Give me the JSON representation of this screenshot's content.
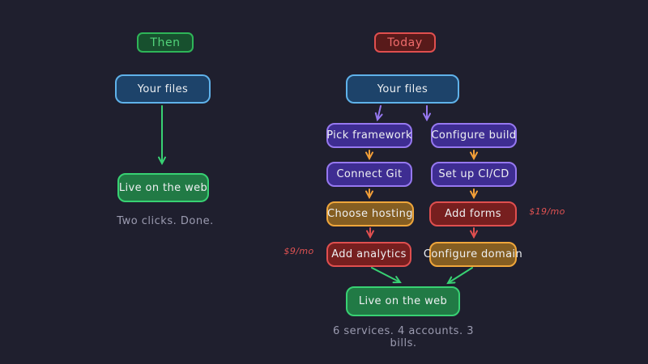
{
  "palette": {
    "background": "#1f1f2e",
    "blue_border": "#5fb2ea",
    "blue_fill": "#1d436a",
    "green_border": "#38d173",
    "green_fill": "#217a45",
    "green_badge_fill": "#17502e",
    "green_badge_text": "#52d37a",
    "purple_border": "#9678f0",
    "purple_fill": "#3e2d92",
    "gold_border": "#efa63b",
    "gold_fill": "#855e22",
    "red_border": "#e04f4f",
    "red_fill": "#771f1f",
    "red_badge_fill": "#581a1a",
    "red_badge_text": "#f06c6c",
    "orange_arrow": "#f29e38",
    "caption_gray": "#9b9bb0",
    "annotation_red": "#e05252"
  },
  "then_flow": {
    "label": "Then",
    "source": "Your files",
    "result": "Live on the web",
    "caption": "Two clicks. Done."
  },
  "today_flow": {
    "label": "Today",
    "source": "Your files",
    "steps": {
      "pick_framework": "Pick framework",
      "configure_build": "Configure build",
      "connect_git": "Connect Git",
      "set_up_cicd": "Set up CI/CD",
      "choose_hosting": "Choose hosting",
      "add_forms": "Add forms",
      "add_analytics": "Add analytics",
      "configure_domain": "Configure domain"
    },
    "annotations": {
      "analytics_cost": "$9/mo",
      "forms_cost": "$19/mo"
    },
    "result": "Live on the web",
    "caption": "6 services. 4 accounts. 3 bills."
  }
}
